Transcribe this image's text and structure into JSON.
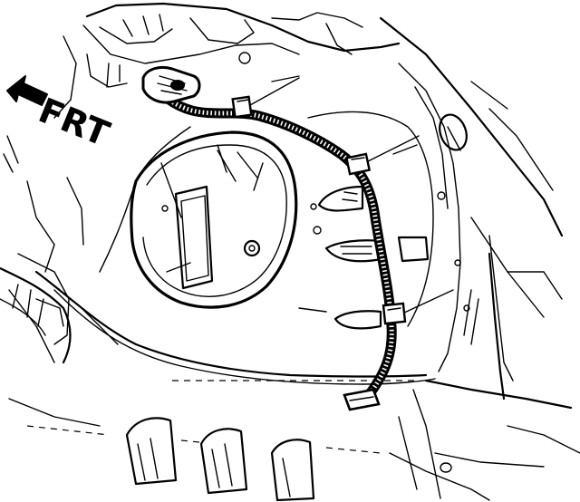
{
  "direction_indicator": {
    "label": "FRT",
    "icon": "front-arrow-icon"
  },
  "components": {
    "harness": "wiring-harness",
    "connector": "harness-connector",
    "clips": [
      "harness-clip",
      "harness-clip",
      "harness-clip"
    ],
    "spare_tire_well": "spare-tire-well"
  }
}
